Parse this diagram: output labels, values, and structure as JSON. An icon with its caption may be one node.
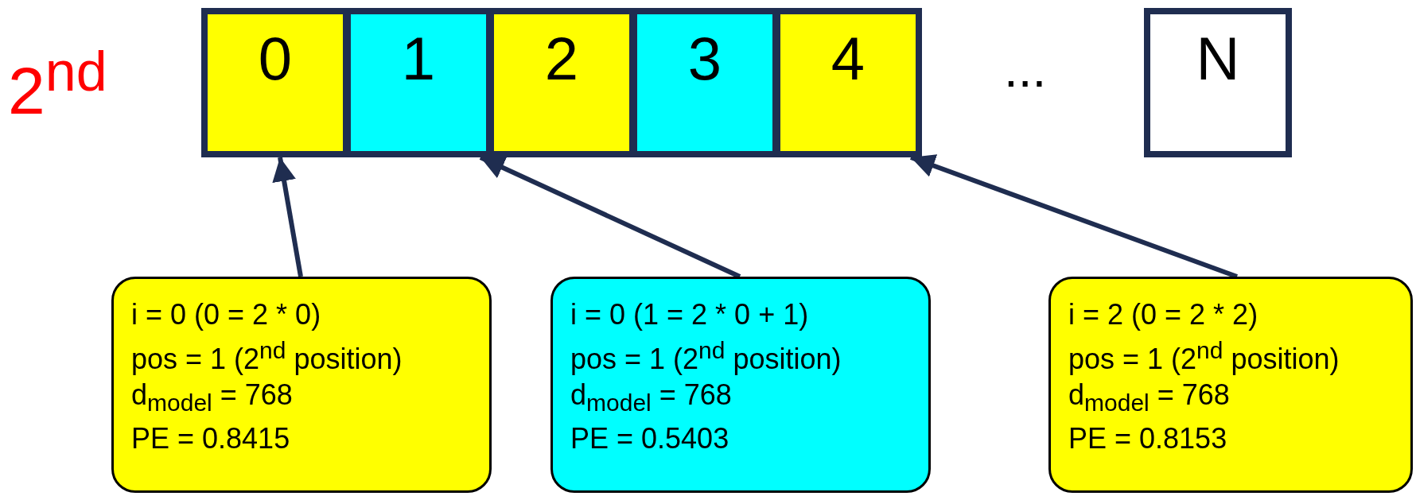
{
  "diagram": {
    "nodes": [
      {
        "text": [
          "0"
        ]
      },
      {
        "text": [
          "1"
        ]
      },
      {
        "text": [
          "2"
        ]
      },
      {
        "text": [
          "3"
        ]
      },
      {
        "text": [
          "4"
        ]
      },
      {
        "text": [
          "N"
        ]
      },
      {
        "text": [
          "i = 0 (0 = 2 * 0)",
          "pos = 1 (2$^{nd}$ position)",
          "d$_{model}$ = 768",
          "PE = 0.8415"
        ]
      },
      {
        "text": [
          "i = 0 (1 = 2 * 0 + 1)",
          "pos = 1 (2$^{nd}$ position)",
          "d$_{model}$ = 768",
          "PE = 0.5403"
        ]
      },
      {
        "text": [
          "i = 2 (0 = 2 * 2)",
          "pos = 1 (2$^{nd}$ position)",
          "d$_{model}$ = 768",
          "PE = 0.8153"
        ]
      }
    ],
    "edges": [
      {
        "from": 6,
        "to": 0,
        "arrow": "to"
      },
      {
        "from": 7,
        "to": 1,
        "arrow": "to"
      },
      {
        "from": 8,
        "to": 4,
        "arrow": "to"
      }
    ],
    "labels": [
      "2$^{nd}$",
      "..."
    ]
  }
}
